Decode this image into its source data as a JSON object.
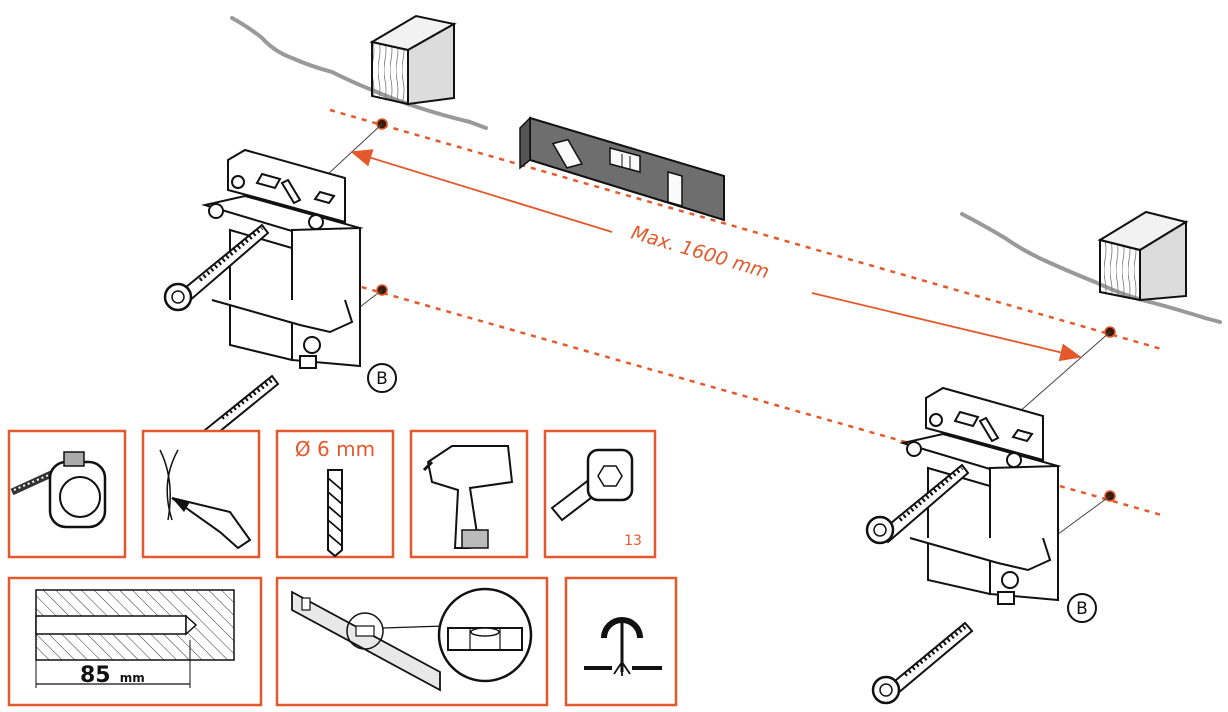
{
  "colors": {
    "accent": "#e3592b",
    "ink": "#1a1a1a",
    "level_body": "#6e6e6e",
    "wood": "#ececec"
  },
  "dimension_label": "Max. 1600 mm",
  "bracket_marker": "B",
  "tools": [
    {
      "icon": "tape-measure-icon"
    },
    {
      "icon": "pencil-mark-icon"
    },
    {
      "icon": "drill-bit-icon",
      "label": "Ø 6 mm"
    },
    {
      "icon": "cordless-drill-icon"
    },
    {
      "icon": "socket-wrench-icon",
      "label": "13"
    },
    {
      "icon": "hole-depth-icon",
      "depth_value": "85",
      "depth_unit": "mm"
    },
    {
      "icon": "spirit-level-icon"
    },
    {
      "icon": "stud-finder-icon"
    }
  ]
}
